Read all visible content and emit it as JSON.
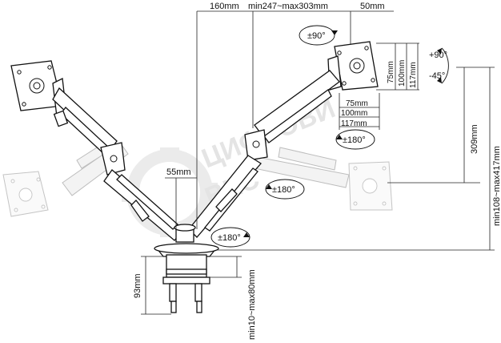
{
  "watermark": {
    "line1": "ЦИФРОВИ",
    "line2": "ВКС"
  },
  "dimensions": {
    "arm_reach": "160mm",
    "extension": "min247~max303mm",
    "tilt_offset": "50mm",
    "vesa_75": "75mm",
    "vesa_100": "100mm",
    "vesa_117": "117mm",
    "column_offset": "55mm",
    "height_309": "309mm",
    "height_range": "min108~max417mm",
    "base_height": "93mm",
    "clamp_range": "min10~max80mm"
  },
  "rotations": {
    "rotate_90": "±90°",
    "tilt_up": "+90°",
    "tilt_down": "-45°",
    "swivel_head": "±180°",
    "swivel_mid": "±180°",
    "swivel_base": "±180°"
  },
  "icons": [
    "rotation-arrow-icon",
    "gear-watermark-icon"
  ]
}
